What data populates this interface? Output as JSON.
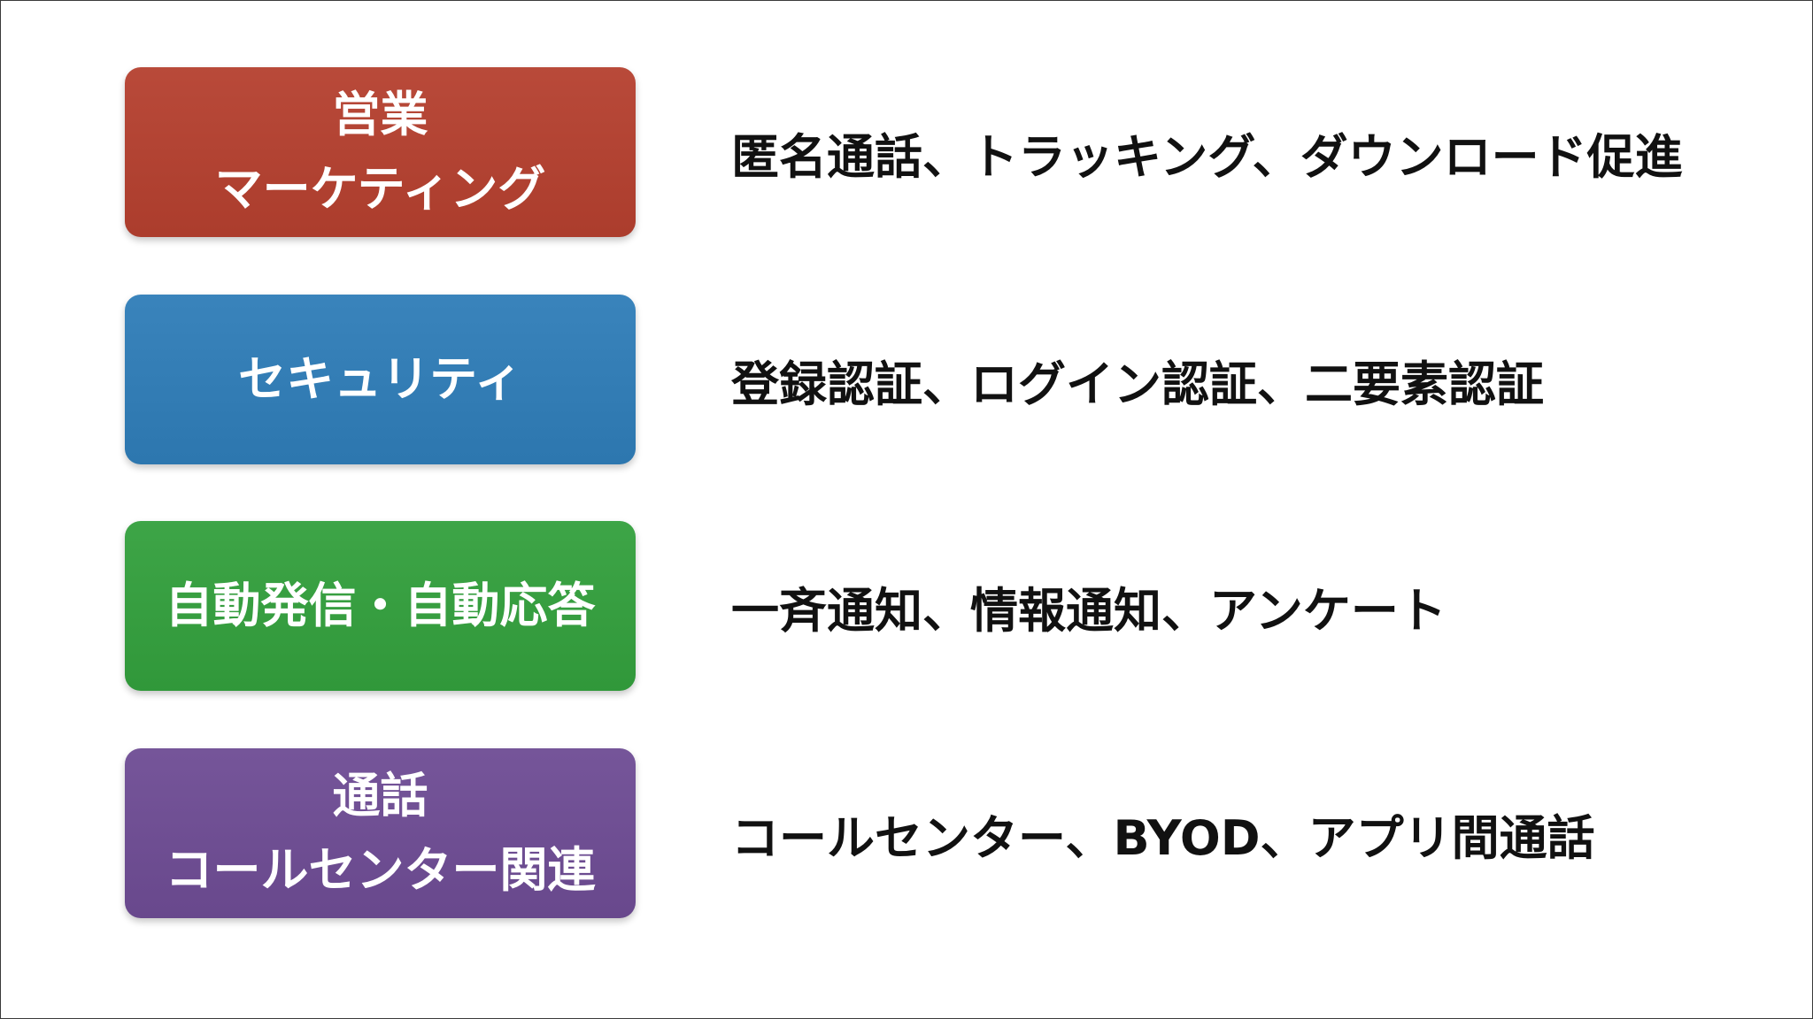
{
  "rows": [
    {
      "label_lines": [
        "営業",
        "マーケティング"
      ],
      "color": "#b5402f",
      "description": "匿名通話、トラッキング、ダウンロード促進"
    },
    {
      "label_lines": [
        "セキュリティ"
      ],
      "color": "#2f7db8",
      "description": "登録認証、ログイン認証、二要素認証"
    },
    {
      "label_lines": [
        "自動発信・自動応答"
      ],
      "color": "#33a03d",
      "description": "一斉通知、情報通知、アンケート"
    },
    {
      "label_lines": [
        "通話",
        "コールセンター関連"
      ],
      "color": "#6e4c94",
      "description": "コールセンター、BYOD、アプリ間通話"
    }
  ]
}
